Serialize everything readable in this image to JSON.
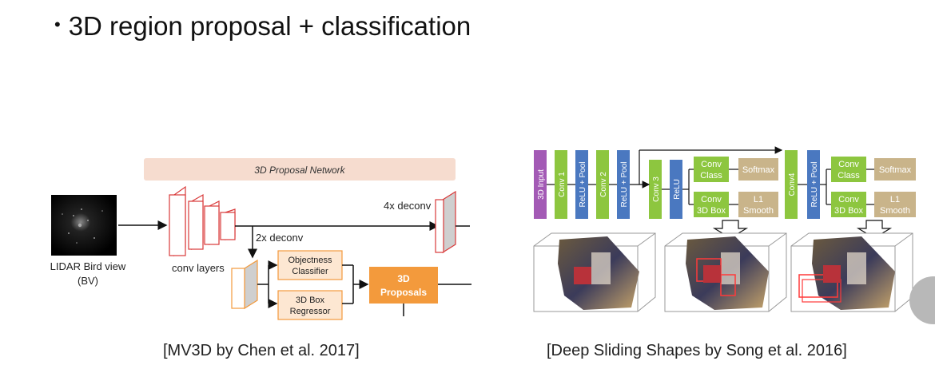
{
  "slide": {
    "bullet": "3D region proposal + classification"
  },
  "left_figure": {
    "header": "3D Proposal Network",
    "input_label_line1": "LIDAR Bird view",
    "input_label_line2": "(BV)",
    "conv_layers": "conv layers",
    "deconv_4x": "4x deconv",
    "deconv_2x": "2x deconv",
    "objectness_line1": "Objectness",
    "objectness_line2": "Classifier",
    "regressor_line1": "3D Box",
    "regressor_line2": "Regressor",
    "proposals_line1": "3D",
    "proposals_line2": "Proposals",
    "caption": "[MV3D by Chen et al. 2017]"
  },
  "right_figure": {
    "input": "3D Input",
    "conv1": "Conv 1",
    "relu_pool_1": "ReLU + Pool",
    "conv2": "Conv 2",
    "relu_pool_2": "ReLU + Pool",
    "conv3": "Conv 3",
    "relu": "ReLU",
    "conv_class_a_1": "Conv",
    "conv_class_a_2": "Class",
    "softmax_a": "Softmax",
    "conv_box_a_1": "Conv",
    "conv_box_a_2": "3D Box",
    "l1_a_1": "L1",
    "l1_a_2": "Smooth",
    "conv4": "Conv4",
    "relu_pool_3": "ReLU + Pool",
    "conv_class_b_1": "Conv",
    "conv_class_b_2": "Class",
    "softmax_b": "Softmax",
    "conv_box_b_1": "Conv",
    "conv_box_b_2": "3D Box",
    "l1_b_1": "L1",
    "l1_b_2": "Smooth",
    "caption": "[Deep Sliding Shapes by Song et al. 2016]"
  },
  "colors": {
    "purple": "#a35ab5",
    "green": "#8dc63f",
    "blue": "#4a78c0",
    "tan": "#c9b48a",
    "orange": "#f39a3c",
    "red_outline": "#d93a3a",
    "header_bg": "#f6dccf"
  }
}
